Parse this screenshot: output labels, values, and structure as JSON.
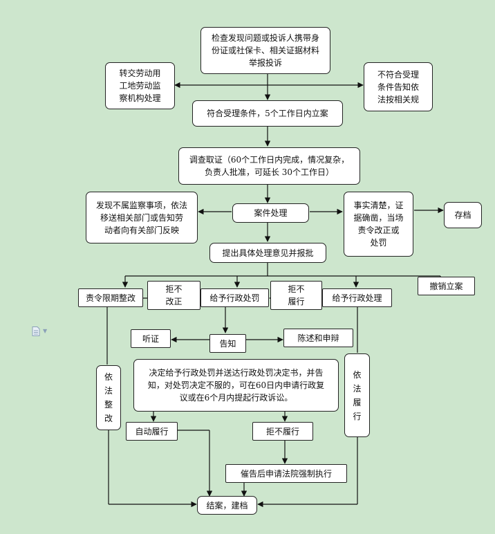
{
  "nodes": {
    "inspect": "检查发现问题或投诉人携带身\n份证或社保卡、相关证据材料\n举报投诉",
    "transfer": "转交劳动用\n工地劳动监\n察机构处理",
    "reject": "不符合受理\n条件告知依\n法按相关规",
    "accept": "符合受理条件，5个工作日内立案",
    "investigate": "调查取证（60个工作日内完成，情况复杂，\n负责人批准，可延长 30个工作日）",
    "not_supervision": "发现不属监察事项，依法\n移送相关部门或告知劳\n动者向有关部门反映",
    "handle": "案件处理",
    "clear_facts": "事实清楚，证\n据确凿，当场\n责令改正或\n处罚",
    "archive": "存档",
    "propose": "提出具体处理意见并报批",
    "rectify_order": "责令限期整改",
    "refuse_correct": "拒不\n改正",
    "give_penalty": "给予行政处罚",
    "refuse_perform": "拒不\n履行",
    "give_admin": "给予行政处理",
    "revoke": "撤销立案",
    "hearing": "听证",
    "notify": "告知",
    "statement": "陈述和申辩",
    "rectify_law": "依\n法\n整\n改",
    "decision": "决定给予行政处罚并送达行政处罚决定书，并告\n知，对处罚决定不服的，可在60日内申请行政复\n议或在6个月内提起行政诉讼。",
    "perform_law": "依\n法\n履\n行",
    "self_perform": "自动履行",
    "refuse_perform2": "拒不履行",
    "court": "催告后申请法院强制执行",
    "close": "结案，建档"
  },
  "icons": {
    "document": "document-icon",
    "dropdown": "caret-down-icon"
  },
  "colors": {
    "background": "#cde6cd",
    "box": "#ffffff",
    "line": "#111111"
  }
}
